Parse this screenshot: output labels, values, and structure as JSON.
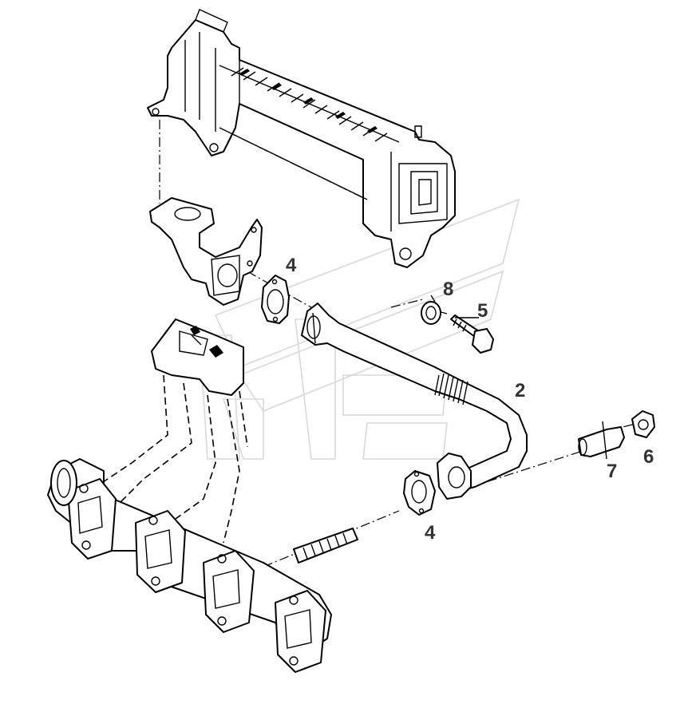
{
  "callouts": {
    "c2": "2",
    "c4a": "4",
    "c4b": "4",
    "c5": "5",
    "c6": "6",
    "c7": "7",
    "c8": "8"
  },
  "colors": {
    "line": "#000000",
    "label": "#333333",
    "watermark": "#d8d8d8",
    "background": "#ffffff"
  }
}
